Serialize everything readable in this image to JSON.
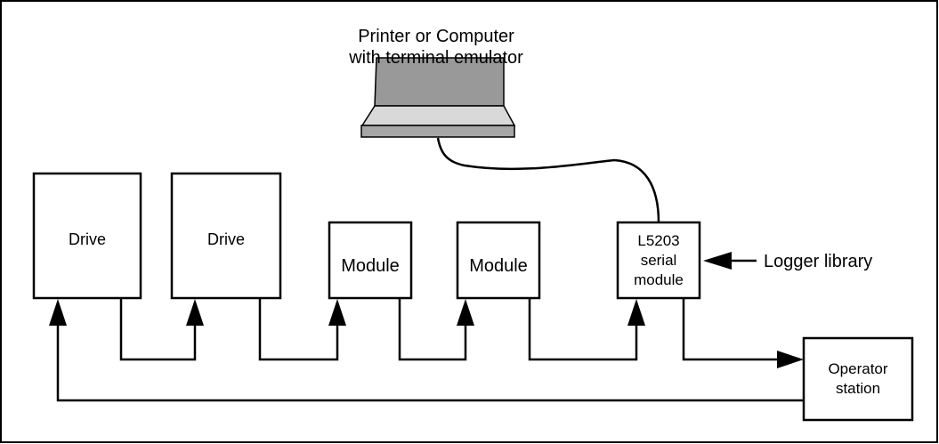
{
  "diagram": {
    "printer": {
      "line1": "Printer or Computer",
      "line2": "with terminal emulator"
    },
    "drive1": {
      "label": "Drive"
    },
    "drive2": {
      "label": "Drive"
    },
    "module1": {
      "label": "Module"
    },
    "module2": {
      "label": "Module"
    },
    "serial_module": {
      "line1": "L5203",
      "line2": "serial",
      "line3": "module"
    },
    "logger": {
      "label": "Logger library"
    },
    "operator_station": {
      "line1": "Operator",
      "line2": "station"
    },
    "colors": {
      "stroke": "#000000",
      "printer_top": "#999999",
      "printer_keyboard": "#d9d9d9",
      "printer_base": "#a6a6a6"
    }
  }
}
